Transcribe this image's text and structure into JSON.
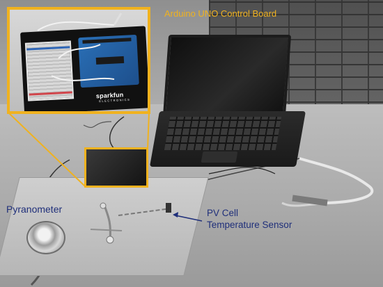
{
  "labels": {
    "arduino_board": "Arduino UNO Control Board",
    "pyranometer": "Pyranometer",
    "pv_cell_line1": "PV Cell",
    "pv_cell_line2": "Temperature Sensor"
  },
  "inset": {
    "logo_text": "sparkfun",
    "logo_subtext": "ELECTRONICS"
  },
  "colors": {
    "highlight": "#f0b21f",
    "label_blue": "#1f2f7a"
  }
}
